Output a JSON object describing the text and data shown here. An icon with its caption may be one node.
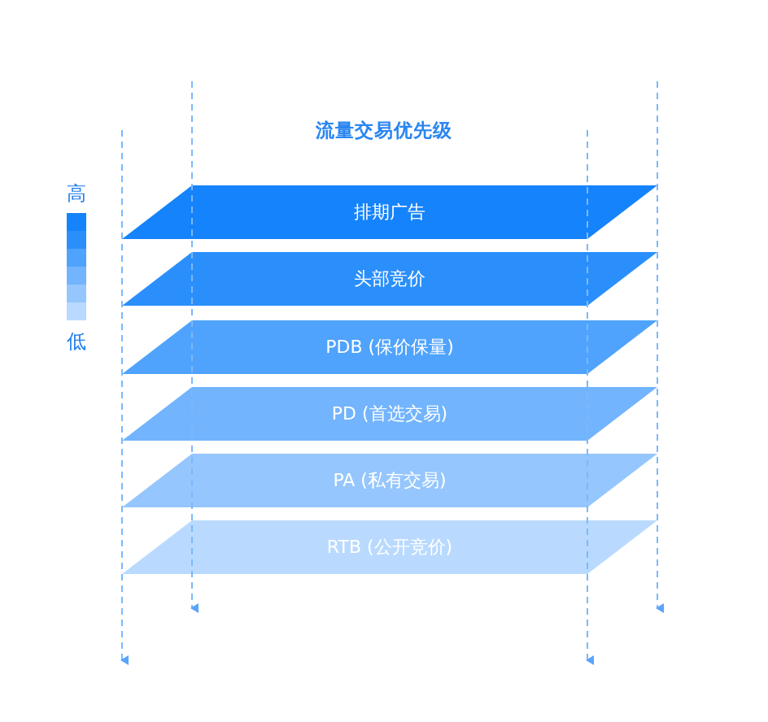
{
  "diagram": {
    "title": "流量交易优先级",
    "nodes": [
      {
        "text": [
          "排期广告"
        ]
      },
      {
        "text": [
          "头部竞价"
        ]
      },
      {
        "text": [
          "PDB (保价保量)"
        ]
      },
      {
        "text": [
          "PD (首选交易)"
        ]
      },
      {
        "text": [
          "PA (私有交易)"
        ]
      },
      {
        "text": [
          "RTB (公开竞价)"
        ]
      }
    ],
    "labels": [
      "高",
      "低"
    ]
  }
}
